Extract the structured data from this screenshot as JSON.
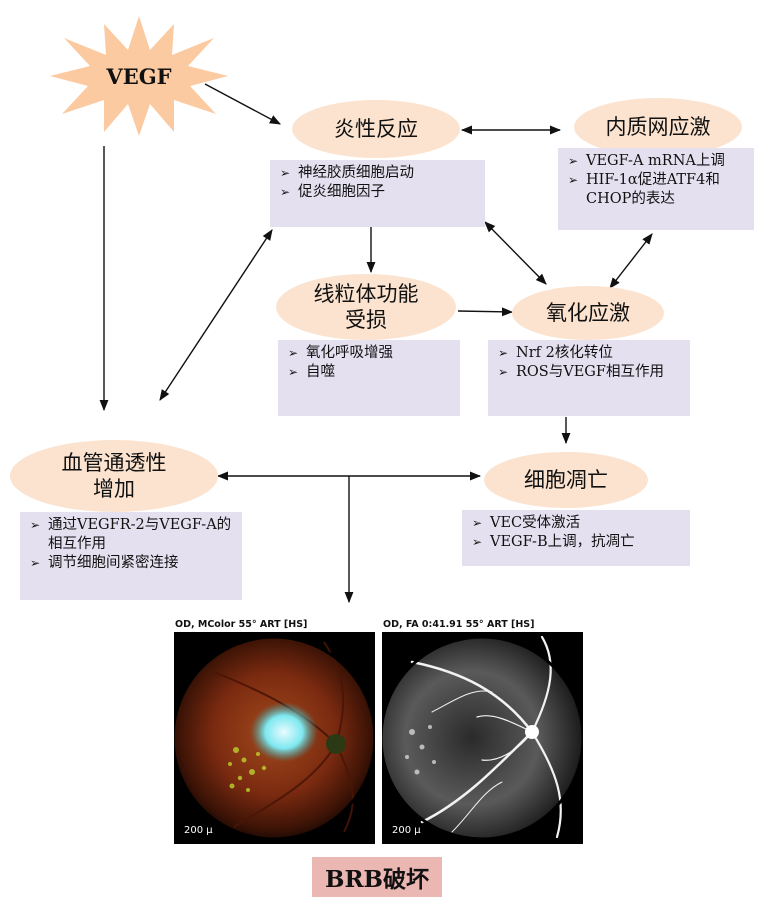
{
  "vegf_star": {
    "label": "VEGF"
  },
  "nodes": {
    "inflammation": {
      "title": "炎性反应",
      "items": [
        "神经胶质细胞启动",
        "促炎细胞因子"
      ]
    },
    "er_stress": {
      "title": "内质网应激",
      "items": [
        "VEGF-A mRNA上调",
        "HIF-1α促进ATF4和CHOP的表达"
      ]
    },
    "mitochondria": {
      "title_line1": "线粒体功能",
      "title_line2": "受损",
      "items": [
        "氧化呼吸增强",
        "自噬"
      ]
    },
    "oxidative": {
      "title": "氧化应激",
      "items": [
        "Nrf 2核化转位",
        "ROS与VEGF相互作用"
      ]
    },
    "permeability": {
      "title_line1": "血管通透性",
      "title_line2": "增加",
      "items": [
        "通过VEGFR-2与VEGF-A的相互作用",
        "调节细胞间紧密连接"
      ]
    },
    "apoptosis": {
      "title": "细胞凋亡",
      "items": [
        "VEC受体激活",
        "VEGF-B上调，抗凋亡"
      ]
    }
  },
  "photos": {
    "left": {
      "caption": "OD, MColor 55° ART [HS]",
      "scale": "200 µ"
    },
    "right": {
      "caption": "OD, FA 0:41.91 55° ART [HS]",
      "scale": "200 µ"
    }
  },
  "result_label": "BRB破坏",
  "colors": {
    "oval_fill": "#fbe3cf",
    "box_fill": "#e4e0ef",
    "star_fill": "#fccaa0",
    "result_fill": "#ebb7b3"
  }
}
